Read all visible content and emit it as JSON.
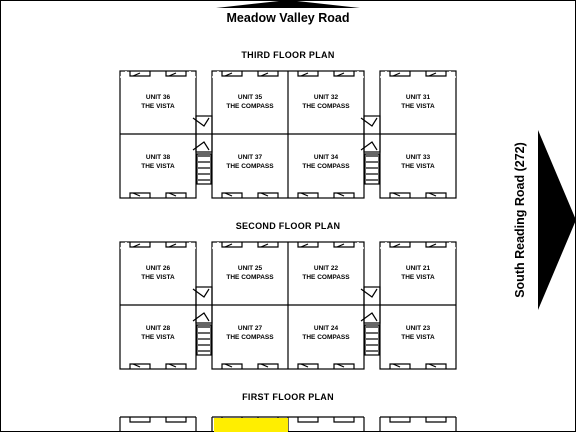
{
  "roads": {
    "top": "Meadow Valley Road",
    "right": "South Reading Road (272)"
  },
  "plans": [
    {
      "title": "THIRD FLOOR PLAN",
      "units": [
        {
          "unit": "UNIT 36",
          "model": "THE VISTA"
        },
        {
          "unit": "UNIT 35",
          "model": "THE COMPASS"
        },
        {
          "unit": "UNIT 32",
          "model": "THE COMPASS"
        },
        {
          "unit": "UNIT 31",
          "model": "THE VISTA"
        },
        {
          "unit": "UNIT 38",
          "model": "THE VISTA"
        },
        {
          "unit": "UNIT 37",
          "model": "THE COMPASS"
        },
        {
          "unit": "UNIT 34",
          "model": "THE COMPASS"
        },
        {
          "unit": "UNIT 33",
          "model": "THE VISTA"
        }
      ]
    },
    {
      "title": "SECOND FLOOR PLAN",
      "units": [
        {
          "unit": "UNIT 26",
          "model": "THE VISTA"
        },
        {
          "unit": "UNIT 25",
          "model": "THE COMPASS"
        },
        {
          "unit": "UNIT 22",
          "model": "THE COMPASS"
        },
        {
          "unit": "UNIT 21",
          "model": "THE VISTA"
        },
        {
          "unit": "UNIT 28",
          "model": "THE VISTA"
        },
        {
          "unit": "UNIT 27",
          "model": "THE COMPASS"
        },
        {
          "unit": "UNIT 24",
          "model": "THE COMPASS"
        },
        {
          "unit": "UNIT 23",
          "model": "THE VISTA"
        }
      ]
    },
    {
      "title": "FIRST FLOOR PLAN",
      "units": []
    }
  ],
  "colors": {
    "highlight": "#ffee00",
    "lines": "#000000",
    "background": "#ffffff"
  }
}
